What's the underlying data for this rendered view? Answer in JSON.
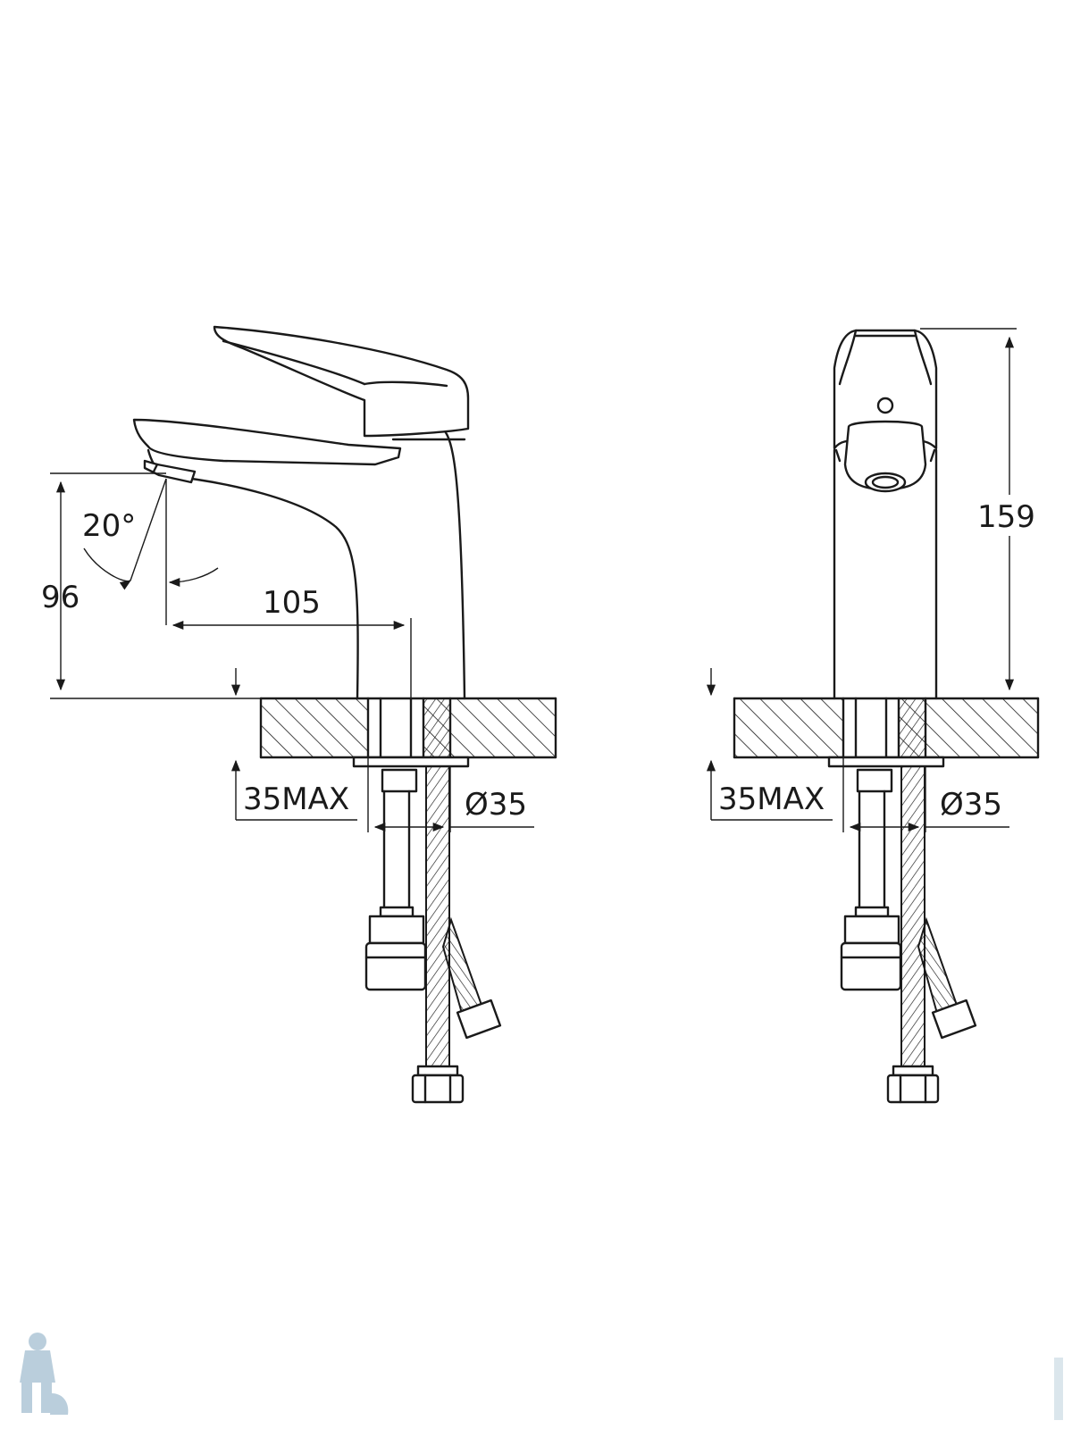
{
  "dimensions": {
    "outlet_height": "96",
    "spout_reach": "105",
    "spout_angle": "20°",
    "total_height": "159",
    "max_counter_thickness_left": "35MAX",
    "hole_diameter_left": "Ø35",
    "max_counter_thickness_right": "35MAX",
    "hole_diameter_right": "Ø35"
  },
  "colors": {
    "line": "#1a1a1a",
    "background": "#ffffff",
    "watermark": "#a9c3d4"
  },
  "icons": {
    "watermark_logo": "plumber-mascot-icon"
  }
}
